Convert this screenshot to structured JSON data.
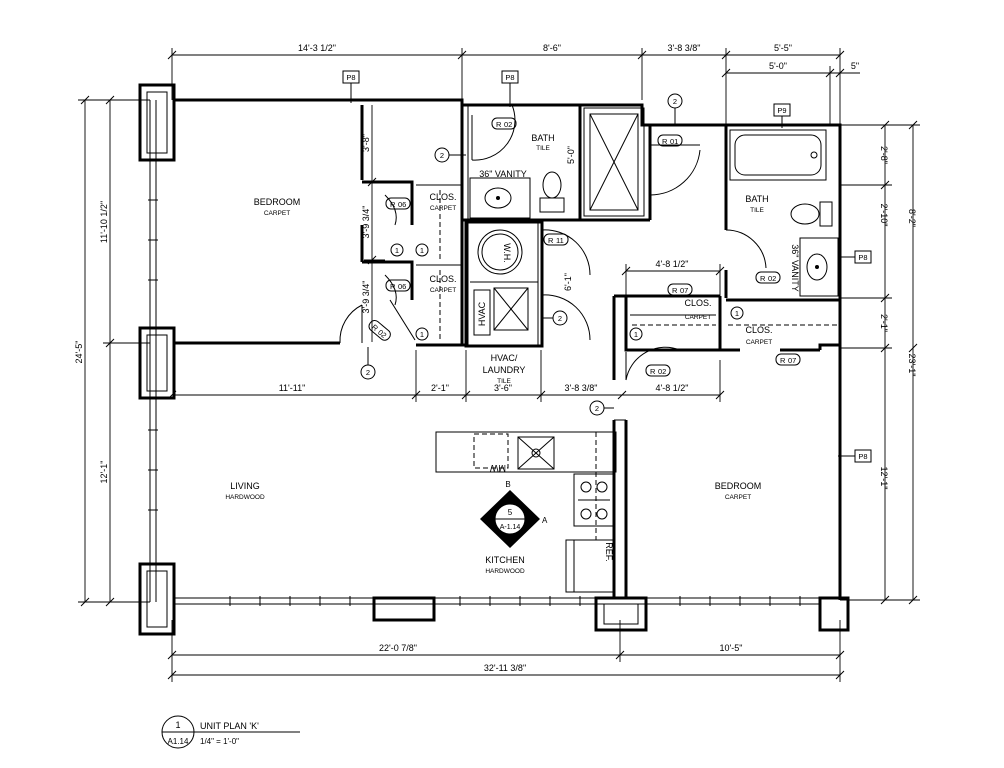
{
  "dimensions": {
    "top_1": "14'-3 1/2\"",
    "top_2": "8'-6\"",
    "top_3": "3'-8 3/8\"",
    "top_4": "5'-5\"",
    "top_5": "5'-0\"",
    "top_6": "5\"",
    "left_total": "24'-5\"",
    "left_upper": "11'-10 1/2\"",
    "left_lower": "12'-1\"",
    "bedroom_v1": "3'-8\"",
    "bedroom_v2": "3'-9 3/4\"",
    "bedroom_v3": "3'-9 3/4\"",
    "bath_v": "5'-0\"",
    "closet_v": "6'-1\"",
    "mid_1": "11'-11\"",
    "mid_2": "2'-1\"",
    "mid_3": "3'-6\"",
    "mid_4": "3'-8 3/8\"",
    "mid_5": "4'-8 1/2\"",
    "upper_mid": "4'-8 1/2\"",
    "right_1": "2'-8\"",
    "right_2": "2'-10\"",
    "right_3": "8'-2\"",
    "right_4": "2'-1\"",
    "right_total": "23'-1\"",
    "right_lower": "12'-1\"",
    "bottom_1": "22'-0 7/8\"",
    "bottom_2": "10'-5\"",
    "bottom_total": "32'-11 3/8\""
  },
  "rooms": {
    "bedroom1": {
      "name": "BEDROOM",
      "finish": "CARPET"
    },
    "bath1": {
      "name": "BATH",
      "finish": "TILE"
    },
    "vanity1": "36\" VANITY",
    "clos1": {
      "name": "CLOS.",
      "finish": "CARPET"
    },
    "clos2": {
      "name": "CLOS.",
      "finish": "CARPET"
    },
    "wh": "W.H.",
    "hvac": "HVAC",
    "laundry": {
      "name": "HVAC/ LAUNDRY",
      "finish": "TILE"
    },
    "bath2": {
      "name": "BATH",
      "finish": "TILE"
    },
    "vanity2": "36\" VANITY",
    "clos3": {
      "name": "CLOS.",
      "finish": "CARPET"
    },
    "clos4": {
      "name": "CLOS.",
      "finish": "CARPET"
    },
    "living": {
      "name": "LIVING",
      "finish": "HARDWOOD"
    },
    "kitchen": {
      "name": "KITCHEN",
      "finish": "HARDWOOD"
    },
    "bedroom2": {
      "name": "BEDROOM",
      "finish": "CARPET"
    },
    "mw": "MW",
    "ref": "REF."
  },
  "tags": {
    "p8": "P8",
    "p9": "P9",
    "r02": "02",
    "r01": "01",
    "r06": "06",
    "r07": "07",
    "r11": "11",
    "one": "1",
    "two": "2",
    "r": "R"
  },
  "section_marker": {
    "number": "5",
    "sheet": "A-1.14",
    "b": "B",
    "a": "A"
  },
  "title_block": {
    "number": "1",
    "sheet": "A1.14",
    "title": "UNIT PLAN 'K'",
    "scale": "1/4\" = 1'-0\""
  }
}
